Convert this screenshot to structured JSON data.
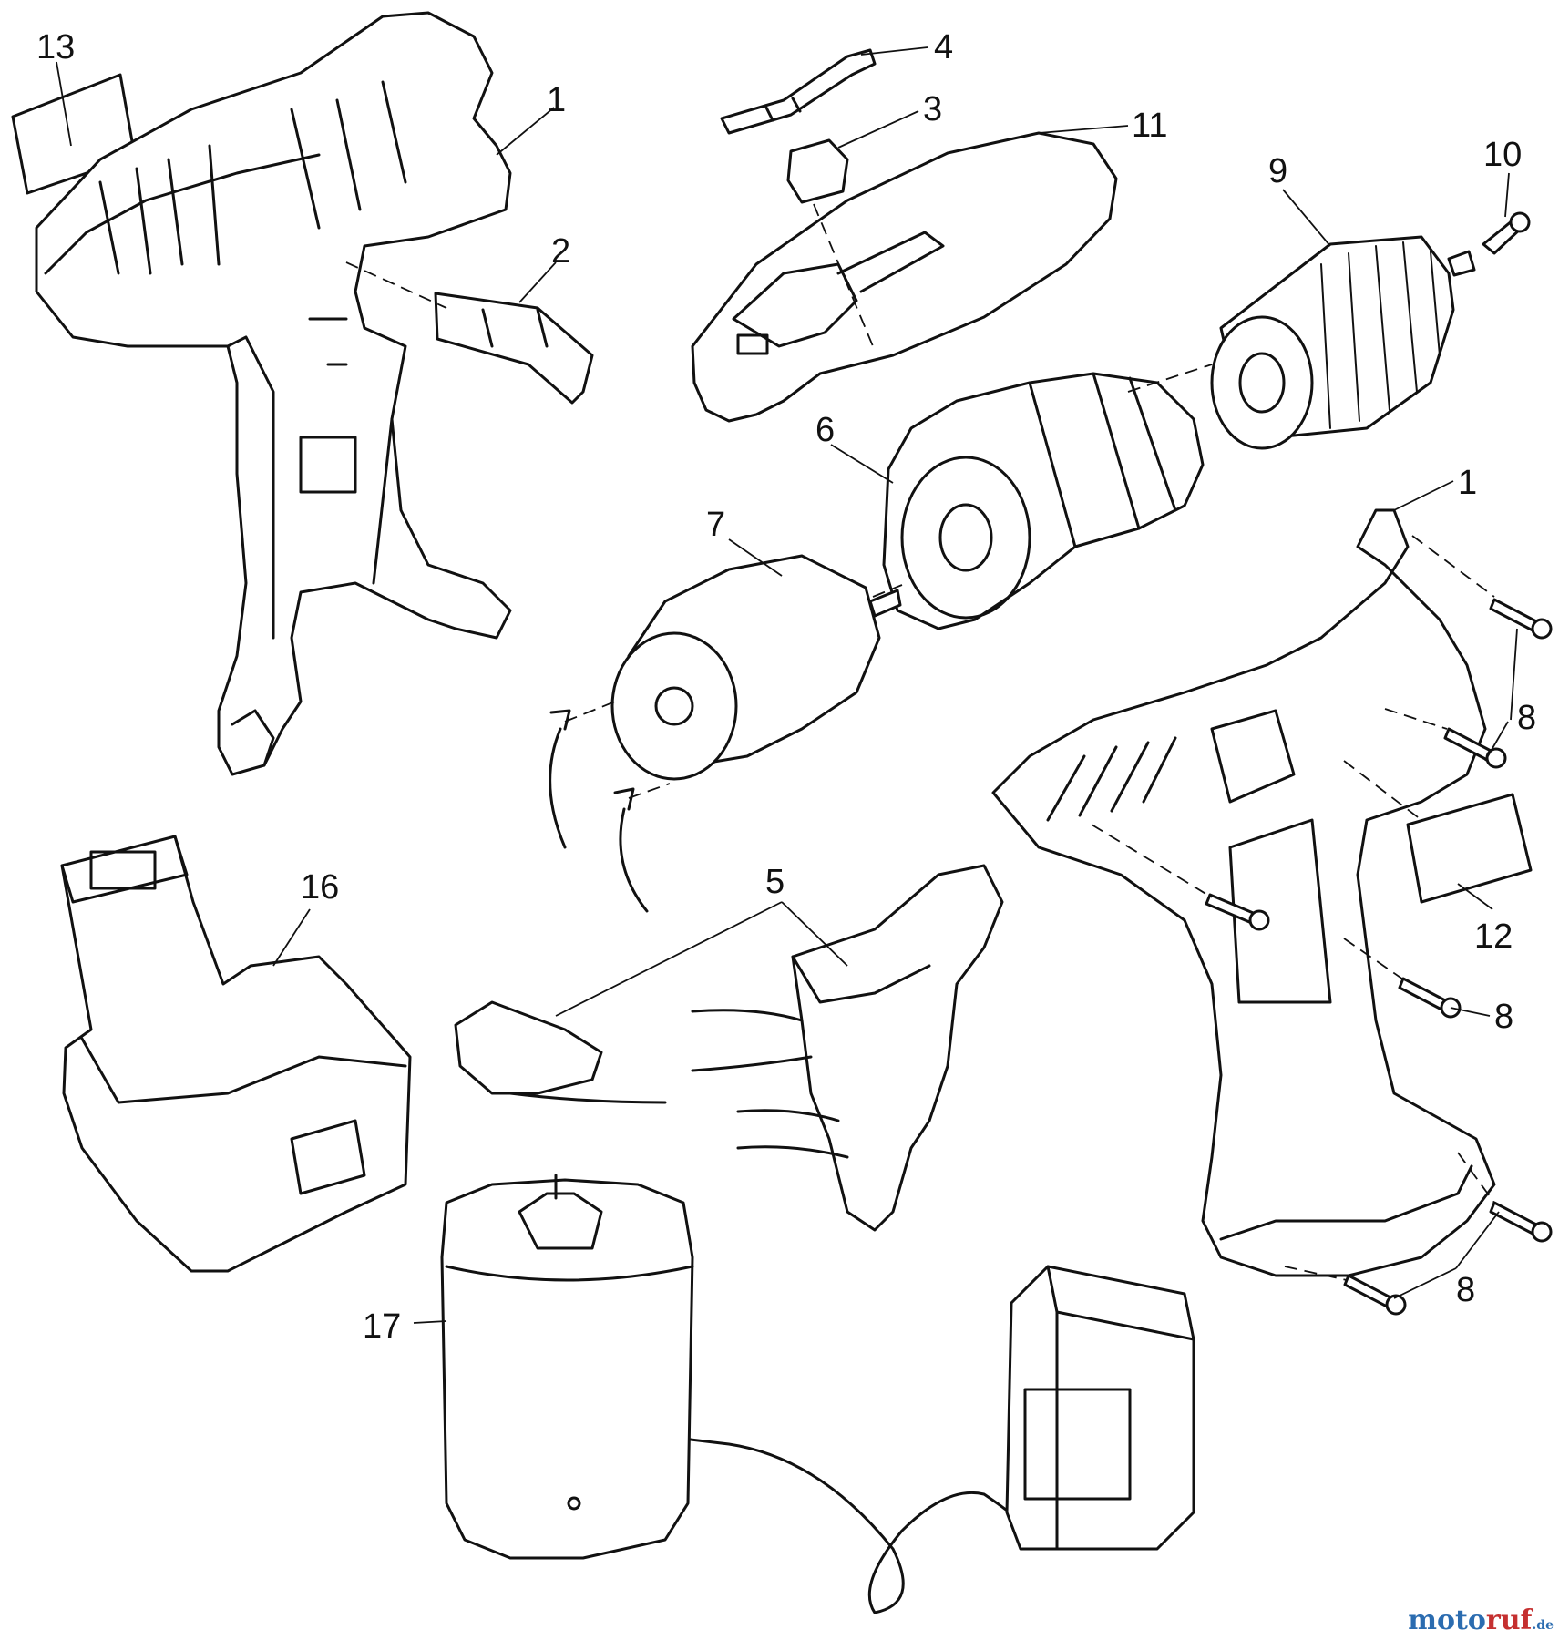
{
  "callouts": {
    "c13": "13",
    "c1a": "1",
    "c2": "2",
    "c4": "4",
    "c3": "3",
    "c11": "11",
    "c10": "10",
    "c9": "9",
    "c6": "6",
    "c7": "7",
    "c1b": "1",
    "c8a": "8",
    "c16": "16",
    "c5": "5",
    "c12": "12",
    "c8b": "8",
    "c8c": "8",
    "c17": "17"
  },
  "watermark": {
    "part_a": "moto",
    "part_b": "ruf",
    "part_c": ".de"
  }
}
